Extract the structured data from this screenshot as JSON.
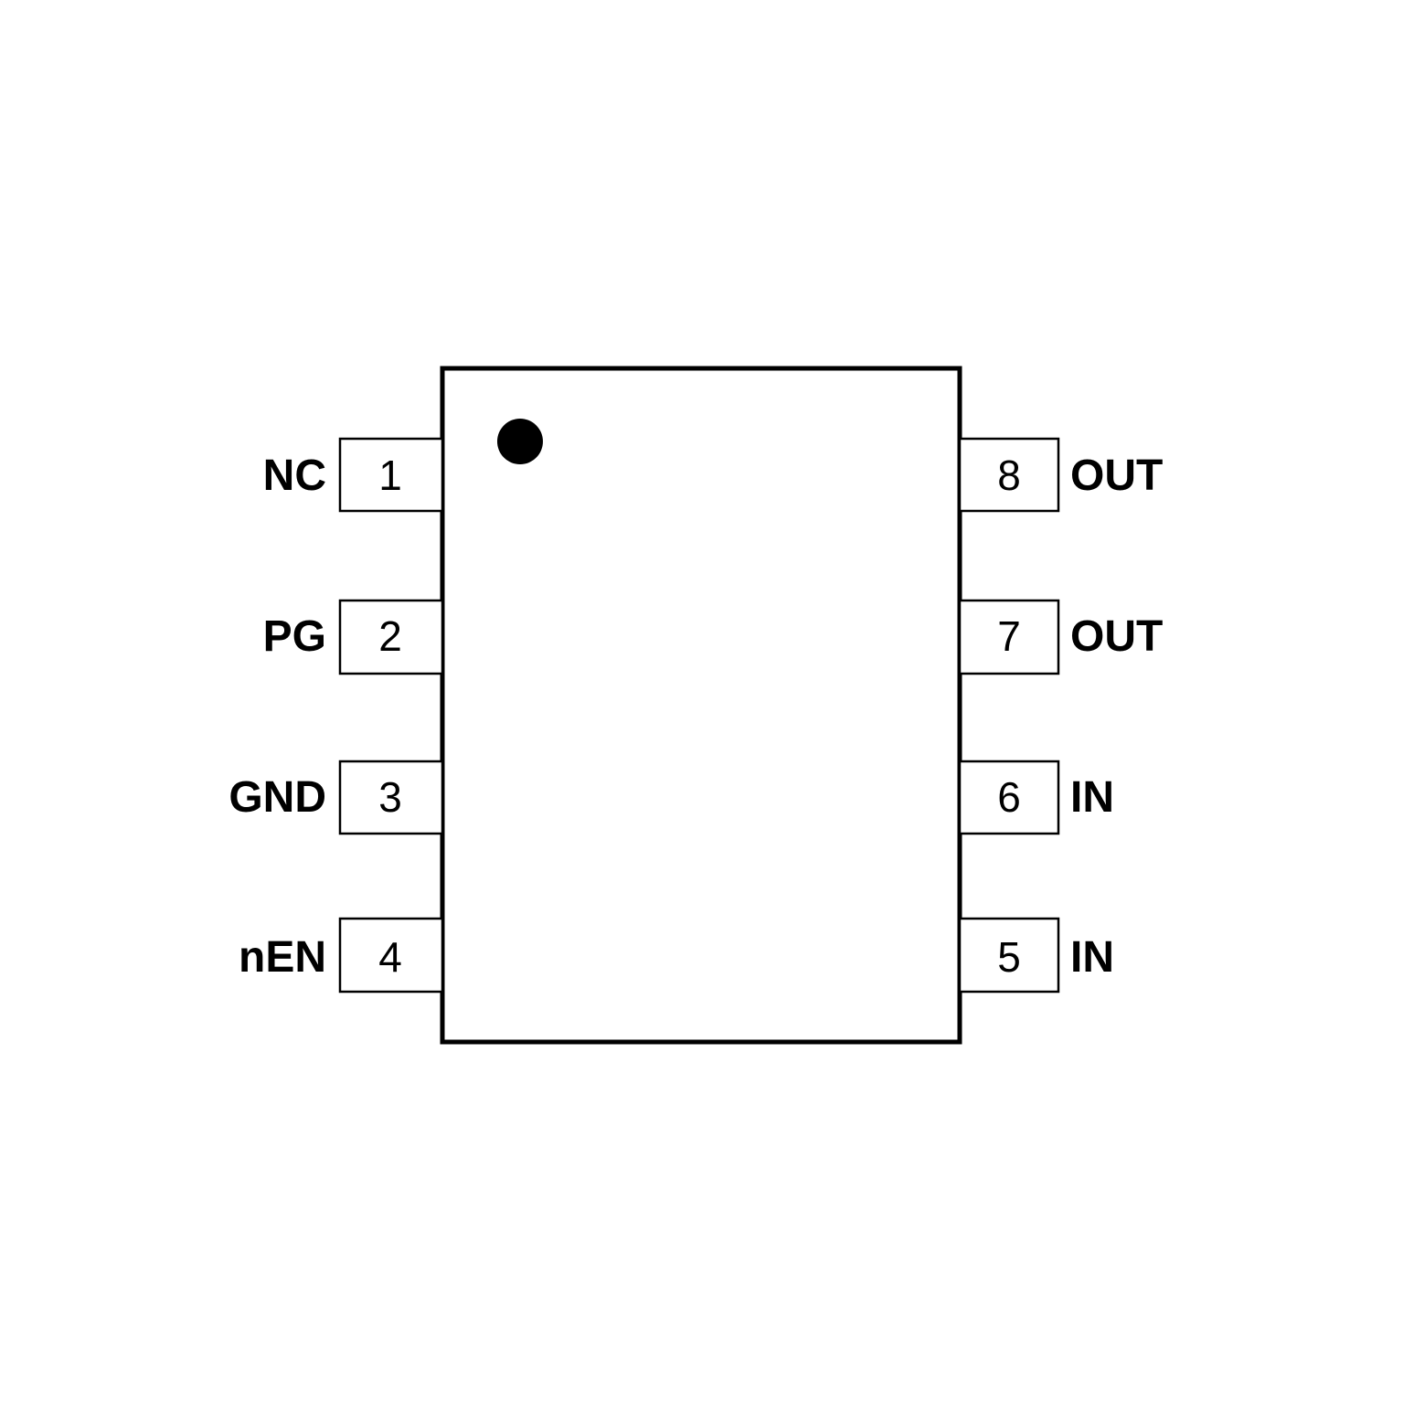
{
  "package": {
    "pin1_marker": "dot",
    "left_pins": [
      {
        "number": "1",
        "name": "NC"
      },
      {
        "number": "2",
        "name": "PG"
      },
      {
        "number": "3",
        "name": "GND"
      },
      {
        "number": "4",
        "name": "nEN"
      }
    ],
    "right_pins": [
      {
        "number": "8",
        "name": "OUT"
      },
      {
        "number": "7",
        "name": "OUT"
      },
      {
        "number": "6",
        "name": "IN"
      },
      {
        "number": "5",
        "name": "IN"
      }
    ]
  }
}
